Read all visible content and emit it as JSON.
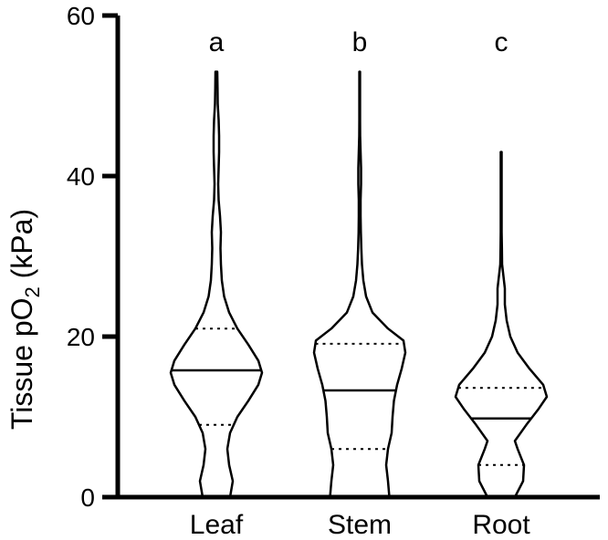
{
  "chart_data": {
    "type": "violin",
    "ylabel": {
      "prefix": "Tissue pO",
      "subscript": "2",
      "suffix": " (kPa)"
    },
    "ylim": [
      0,
      60
    ],
    "yticks": [
      0,
      20,
      40,
      60
    ],
    "grid": false,
    "categories": [
      "Leaf",
      "Stem",
      "Root"
    ],
    "significance_letters": [
      "a",
      "b",
      "c"
    ],
    "series": [
      {
        "category": "Leaf",
        "min": 0,
        "max": 53,
        "median": 15.8,
        "q1": 9,
        "q3": 21,
        "density_profile": [
          [
            0,
            0.3
          ],
          [
            2,
            0.36
          ],
          [
            4,
            0.28
          ],
          [
            6,
            0.24
          ],
          [
            8,
            0.3
          ],
          [
            10,
            0.46
          ],
          [
            12,
            0.7
          ],
          [
            14,
            0.92
          ],
          [
            15.5,
            1.0
          ],
          [
            17,
            0.92
          ],
          [
            19,
            0.7
          ],
          [
            21,
            0.46
          ],
          [
            23,
            0.28
          ],
          [
            25,
            0.17
          ],
          [
            27,
            0.12
          ],
          [
            29,
            0.1
          ],
          [
            31,
            0.09
          ],
          [
            33,
            0.1
          ],
          [
            35,
            0.08
          ],
          [
            37,
            0.05
          ],
          [
            39,
            0.04
          ],
          [
            41,
            0.05
          ],
          [
            43,
            0.06
          ],
          [
            45,
            0.06
          ],
          [
            47,
            0.05
          ],
          [
            49,
            0.03
          ],
          [
            51,
            0.025
          ],
          [
            53,
            0.02
          ]
        ]
      },
      {
        "category": "Stem",
        "min": 0,
        "max": 53,
        "median": 13.3,
        "q1": 6,
        "q3": 19.1,
        "density_profile": [
          [
            0,
            0.65
          ],
          [
            2,
            0.62
          ],
          [
            4,
            0.58
          ],
          [
            6,
            0.62
          ],
          [
            8,
            0.7
          ],
          [
            10,
            0.72
          ],
          [
            12,
            0.75
          ],
          [
            14,
            0.82
          ],
          [
            16,
            0.92
          ],
          [
            18,
            1.0
          ],
          [
            19.5,
            0.96
          ],
          [
            21,
            0.62
          ],
          [
            23,
            0.28
          ],
          [
            25,
            0.14
          ],
          [
            27,
            0.08
          ],
          [
            29,
            0.05
          ],
          [
            31,
            0.035
          ],
          [
            33,
            0.025
          ],
          [
            35,
            0.02
          ],
          [
            37,
            0.02
          ],
          [
            39,
            0.03
          ],
          [
            41,
            0.03
          ],
          [
            43,
            0.02
          ],
          [
            45,
            0.01
          ],
          [
            47,
            0.008
          ],
          [
            49,
            0.008
          ],
          [
            51,
            0.008
          ],
          [
            53,
            0.008
          ]
        ]
      },
      {
        "category": "Root",
        "min": 0,
        "max": 43,
        "median": 9.8,
        "q1": 4,
        "q3": 13.6,
        "density_profile": [
          [
            0,
            0.3
          ],
          [
            2,
            0.48
          ],
          [
            4,
            0.5
          ],
          [
            6,
            0.36
          ],
          [
            7,
            0.3
          ],
          [
            9,
            0.55
          ],
          [
            11,
            0.82
          ],
          [
            12.5,
            1.0
          ],
          [
            14,
            0.92
          ],
          [
            16,
            0.62
          ],
          [
            18,
            0.36
          ],
          [
            20,
            0.2
          ],
          [
            22,
            0.12
          ],
          [
            24,
            0.08
          ],
          [
            26,
            0.08
          ],
          [
            27.5,
            0.05
          ],
          [
            29,
            0.02
          ],
          [
            31,
            0.015
          ],
          [
            33,
            0.01
          ],
          [
            35,
            0.01
          ],
          [
            37,
            0.01
          ],
          [
            39,
            0.01
          ],
          [
            41,
            0.01
          ],
          [
            43,
            0.01
          ]
        ]
      }
    ]
  }
}
